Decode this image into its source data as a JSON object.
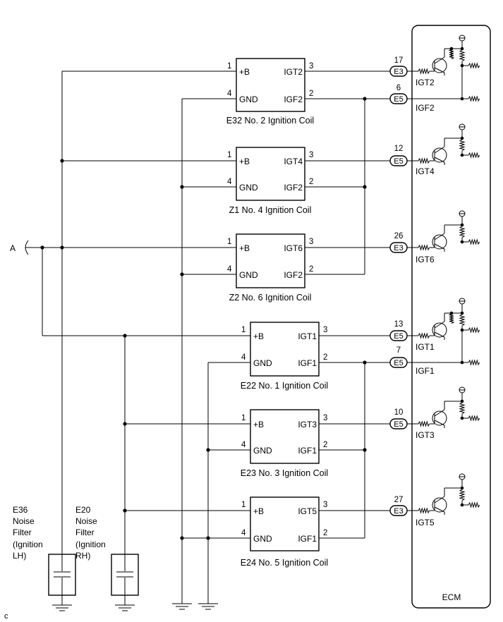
{
  "corner_label": "c",
  "junction_label": "A",
  "ecm": {
    "label": "ECM"
  },
  "coils": [
    {
      "caption": "E32 No. 2 Ignition Coil",
      "pin_plus": "1",
      "pin_gnd": "4",
      "pin_igt": "3",
      "pin_igf": "2",
      "plus": "+B",
      "gnd": "GND",
      "igt": "IGT2",
      "igf": "IGF2"
    },
    {
      "caption": "Z1 No. 4 Ignition Coil",
      "pin_plus": "1",
      "pin_gnd": "4",
      "pin_igt": "3",
      "pin_igf": "2",
      "plus": "+B",
      "gnd": "GND",
      "igt": "IGT4",
      "igf": "IGF2"
    },
    {
      "caption": "Z2 No. 6 Ignition Coil",
      "pin_plus": "1",
      "pin_gnd": "4",
      "pin_igt": "3",
      "pin_igf": "2",
      "plus": "+B",
      "gnd": "GND",
      "igt": "IGT6",
      "igf": "IGF2"
    },
    {
      "caption": "E22 No. 1 Ignition Coil",
      "pin_plus": "1",
      "pin_gnd": "4",
      "pin_igt": "3",
      "pin_igf": "2",
      "plus": "+B",
      "gnd": "GND",
      "igt": "IGT1",
      "igf": "IGF1"
    },
    {
      "caption": "E23 No. 3 Ignition Coil",
      "pin_plus": "1",
      "pin_gnd": "4",
      "pin_igt": "3",
      "pin_igf": "2",
      "plus": "+B",
      "gnd": "GND",
      "igt": "IGT3",
      "igf": "IGF1"
    },
    {
      "caption": "E24 No. 5 Ignition Coil",
      "pin_plus": "1",
      "pin_gnd": "4",
      "pin_igt": "3",
      "pin_igf": "2",
      "plus": "+B",
      "gnd": "GND",
      "igt": "IGT5",
      "igf": "IGF1"
    }
  ],
  "connectors": [
    {
      "pin": "17",
      "conn": "E3",
      "signal": "IGT2"
    },
    {
      "pin": "6",
      "conn": "E5",
      "signal": "IGF2"
    },
    {
      "pin": "12",
      "conn": "E5",
      "signal": "IGT4"
    },
    {
      "pin": "26",
      "conn": "E3",
      "signal": "IGT6"
    },
    {
      "pin": "13",
      "conn": "E5",
      "signal": "IGT1"
    },
    {
      "pin": "7",
      "conn": "E5",
      "signal": "IGF1"
    },
    {
      "pin": "10",
      "conn": "E5",
      "signal": "IGT3"
    },
    {
      "pin": "27",
      "conn": "E3",
      "signal": "IGT5"
    }
  ],
  "filters": [
    {
      "lines": [
        "E36",
        "Noise",
        "Filter",
        "(Ignition",
        "LH)"
      ]
    },
    {
      "lines": [
        "E20",
        "Noise",
        "Filter",
        "(Ignition",
        "RH)"
      ]
    }
  ]
}
